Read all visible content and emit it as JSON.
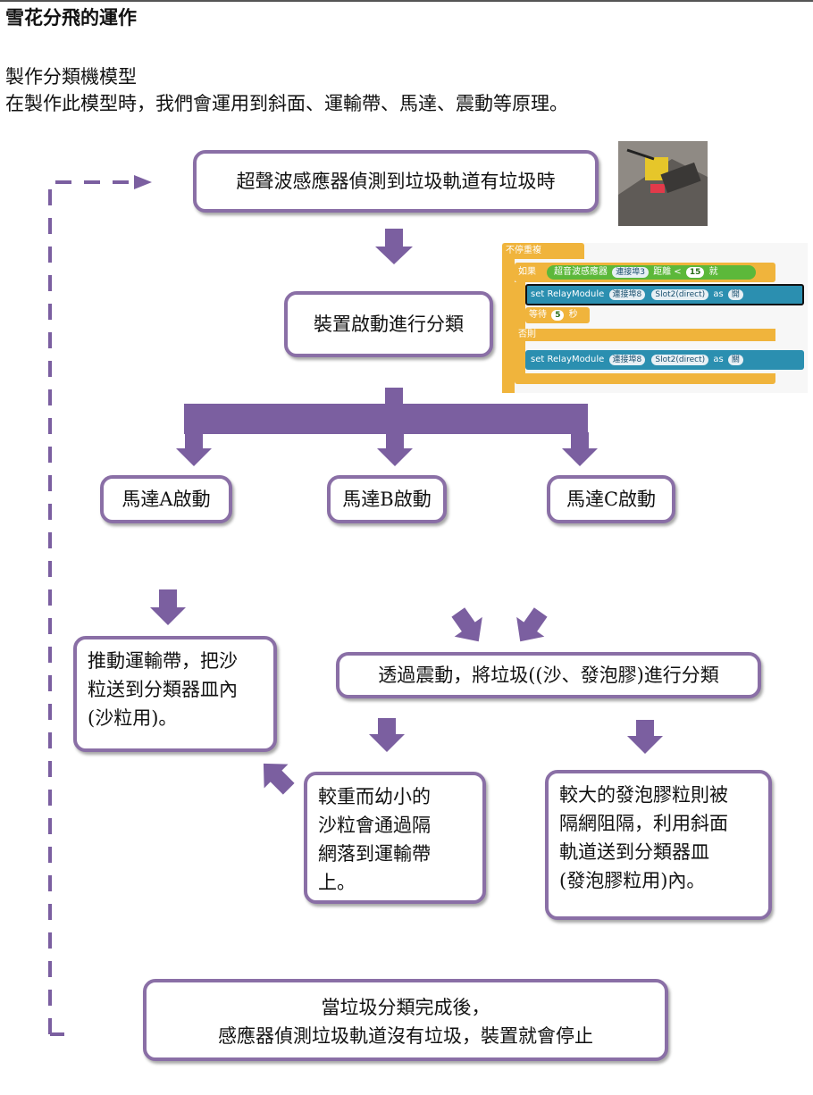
{
  "doc": {
    "title": "雪花分飛的運作",
    "intro_line1": "製作分類機模型",
    "intro_line2": "在製作此模型時，我們會運用到斜面、運輸帶、馬達、震動等原理。"
  },
  "flow": {
    "step1": "超聲波感應器偵測到垃圾軌道有垃圾時",
    "step2": "裝置啟動進行分類",
    "motor_a": "馬達A啟動",
    "motor_b": "馬達B啟動",
    "motor_c": "馬達C啟動",
    "conveyor_lines": [
      "推動運輸帶，把沙",
      "粒送到分類器皿內",
      "(沙粒用)。"
    ],
    "vibration": "透過震動，將垃圾((沙、發泡膠)進行分類",
    "sand_lines": [
      "較重而幼小的",
      "沙粒會通過隔",
      "網落到運輸帶",
      "上。"
    ],
    "foam_lines": [
      "較大的發泡膠粒則被",
      "隔網阻隔，利用斜面",
      "軌道送到分類器皿",
      "(發泡膠粒用)內。"
    ],
    "end_lines": [
      "當垃圾分類完成後，",
      "感應器偵測垃圾軌道沒有垃圾，裝置就會停止"
    ]
  },
  "code_blocks": {
    "forever": "不停重複",
    "if": "如果",
    "sensor": "超音波感應器",
    "port3": "連接埠3",
    "distance": "距離",
    "lt": "<",
    "threshold": "15",
    "then": "就",
    "set_relay": "set RelayModule",
    "port8": "連接埠8",
    "slot": "Slot2(direct)",
    "as": "as",
    "on": "開",
    "wait": "等待",
    "wait_sec": "5",
    "sec": "秒",
    "else": "否則",
    "off": "關",
    "colors": {
      "control": "#f0b43c",
      "action": "#2b8fb0",
      "sensor": "#5cb83a"
    }
  },
  "colors": {
    "accent": "#8a6fa6",
    "arrow": "#7b5fa0"
  }
}
